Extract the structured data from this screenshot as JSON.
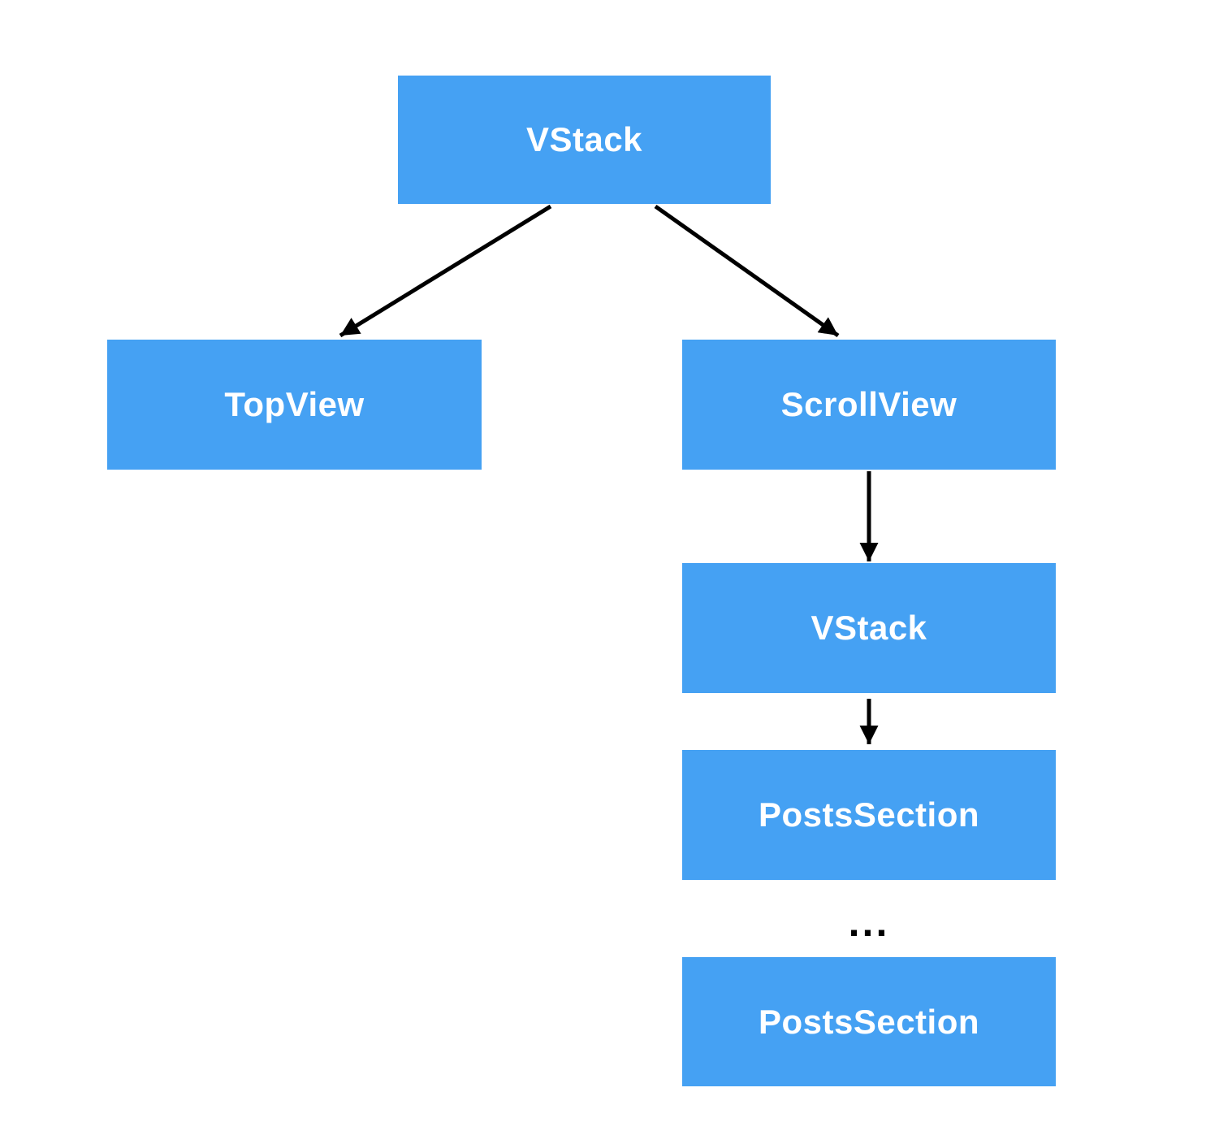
{
  "diagram": {
    "description": "SwiftUI view hierarchy tree diagram",
    "colors": {
      "node_fill": "#45A1F3",
      "node_text": "#FFFFFF",
      "arrow": "#000000",
      "background": "#FFFFFF"
    },
    "nodes": [
      {
        "id": "root-vstack",
        "label": "VStack"
      },
      {
        "id": "top-view",
        "label": "TopView"
      },
      {
        "id": "scroll-view",
        "label": "ScrollView"
      },
      {
        "id": "inner-vstack",
        "label": "VStack"
      },
      {
        "id": "posts-section-1",
        "label": "PostsSection"
      },
      {
        "id": "posts-section-2",
        "label": "PostsSection"
      }
    ],
    "ellipsis": "...",
    "edges": [
      {
        "from": "root-vstack",
        "to": "top-view"
      },
      {
        "from": "root-vstack",
        "to": "scroll-view"
      },
      {
        "from": "scroll-view",
        "to": "inner-vstack"
      },
      {
        "from": "inner-vstack",
        "to": "posts-section-1"
      }
    ]
  }
}
